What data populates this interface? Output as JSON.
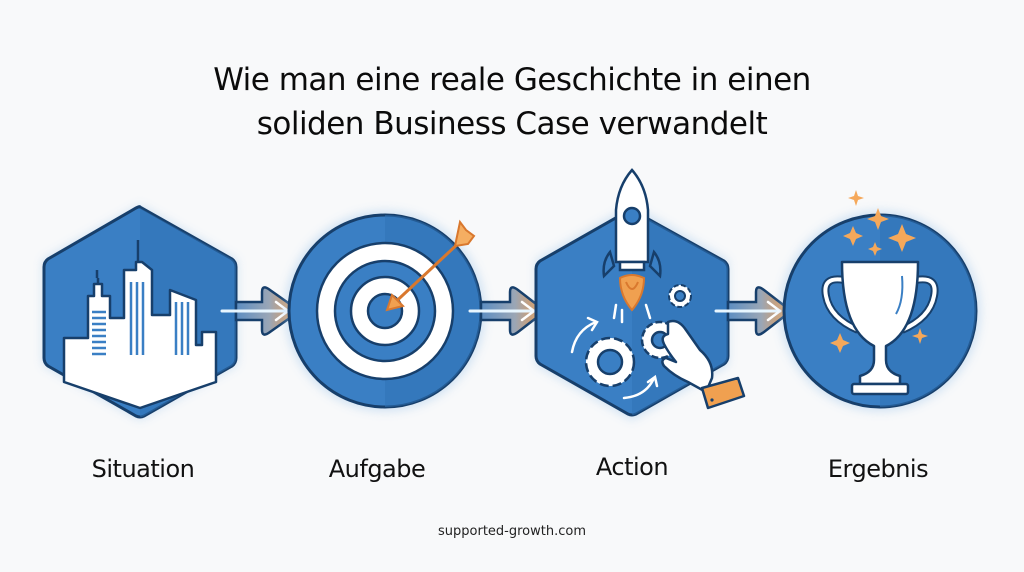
{
  "title": {
    "line1": "Wie man eine reale Geschichte in einen",
    "line2": "soliden Business Case verwandelt"
  },
  "steps": [
    {
      "label": "Situation",
      "icon": "city-skyline-icon",
      "shape": "hexagon"
    },
    {
      "label": "Aufgabe",
      "icon": "target-arrow-icon",
      "shape": "circle"
    },
    {
      "label": "Action",
      "icon": "rocket-gears-hand-icon",
      "shape": "hexagon"
    },
    {
      "label": "Ergebnis",
      "icon": "trophy-sparkles-icon",
      "shape": "circle"
    }
  ],
  "connectors": [
    "arrow-right",
    "arrow-right",
    "arrow-right"
  ],
  "footer": "supported-growth.com",
  "colors": {
    "primary_blue": "#3a7fc4",
    "light_blue": "#4d8fd0",
    "outline": "#173f6b",
    "accent_orange": "#f0a050",
    "background": "#f8f9fa"
  }
}
